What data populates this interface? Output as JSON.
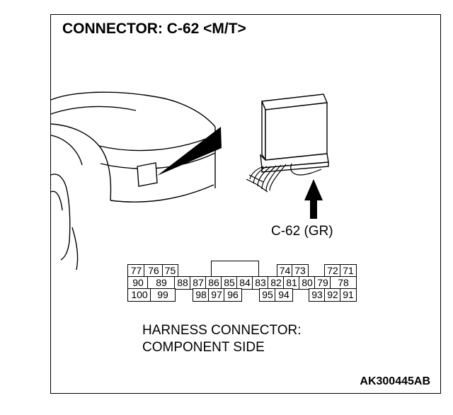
{
  "title": "CONNECTOR: C-62 <M/T>",
  "connector_label": "C-62 (GR)",
  "harness_label": [
    "HARNESS CONNECTOR:",
    "COMPONENT SIDE"
  ],
  "ref_code": "AK300445AB",
  "pin_rows": [
    [
      "77",
      "76",
      "75",
      "74",
      "73",
      "72",
      "71"
    ],
    [
      "90",
      "89",
      "88",
      "87",
      "86",
      "85",
      "84",
      "83",
      "82",
      "81",
      "80",
      "79",
      "78"
    ],
    [
      "100",
      "99",
      "98",
      "97",
      "96",
      "95",
      "94",
      "93",
      "92",
      "91"
    ]
  ]
}
